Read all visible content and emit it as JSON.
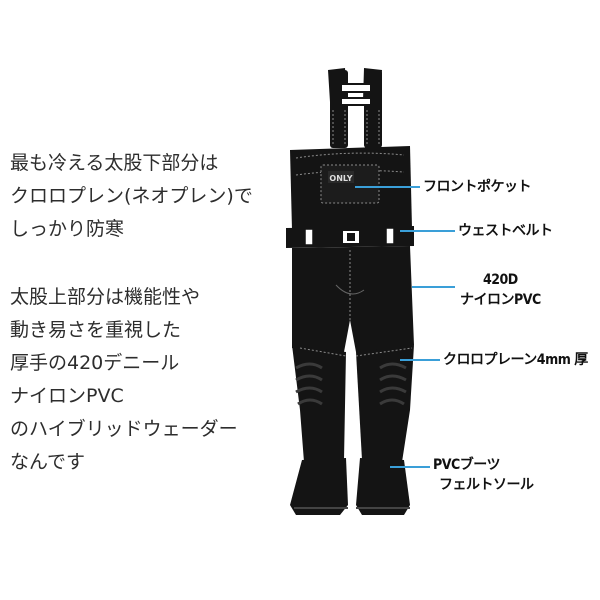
{
  "description": {
    "paragraph1": [
      "最も冷える太股下部分は",
      "クロロプレン(ネオプレン)で",
      "しっかり防寒"
    ],
    "paragraph2": [
      "太股上部分は機能性や",
      "動き易さを重視した",
      "厚手の420デニール",
      "ナイロンPVC",
      "のハイブリッドウェーダー",
      "なんです"
    ]
  },
  "labels": {
    "front_pocket": "フロントポケット",
    "waist_belt": "ウェストベルト",
    "nylon_pvc": [
      "420D",
      "ナイロンPVC"
    ],
    "chloroprene": "クロロプレーン4mm 厚",
    "boots": [
      "PVCブーツ",
      "フェルトソール"
    ]
  },
  "pocket_logo": "ONLY",
  "colors": {
    "wader": "#141414",
    "wader_light": "#2a2a2a",
    "stitch": "#8a8a8a",
    "leader_line": "#3a9fd8",
    "text": "#2d2d2d"
  }
}
